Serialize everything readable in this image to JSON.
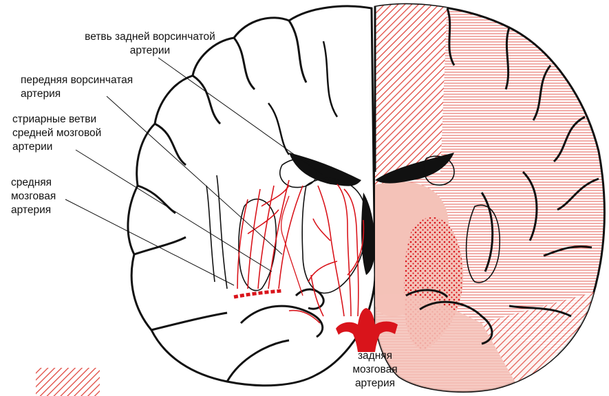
{
  "labels": {
    "posterior_choroidal_branch": "ветвь задней ворсинчатой\nартерии",
    "anterior_choroidal_artery": "передняя ворсинчатая\nартерия",
    "striate_branches_mca": "стриарные ветви\nсредней мозговой\nартерии",
    "middle_cerebral_artery": "средняя\nмозговая\nартерия",
    "posterior_cerebral_artery": "задняя\nмозговая\nартерия"
  },
  "colors": {
    "outline": "#111111",
    "artery": "#d9141b",
    "territory_fill": "#f4c2b8",
    "hatch": "#e0483f",
    "background": "#ffffff"
  }
}
